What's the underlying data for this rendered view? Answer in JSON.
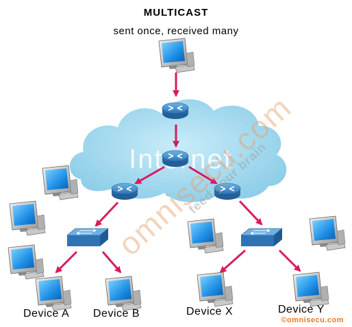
{
  "header": {
    "title": "MULTICAST",
    "subtitle": "sent once, received many"
  },
  "cloud": {
    "label": "Internet"
  },
  "devices": {
    "a": "Device A",
    "b": "Device B",
    "x": "Device X",
    "y": "Device Y"
  },
  "watermark": {
    "diagonal_brand": "omnisecu.com",
    "diagonal_tagline": "feed your brain",
    "copyright": "©omnisecu.com"
  },
  "colors": {
    "arrow": "#d81b60",
    "cloud": "#a9dbef",
    "router": "#3b8fc9",
    "switch": "#3f85c4",
    "screen": "#1e90ff",
    "watermark": "#e8782a"
  },
  "icons": [
    "computer-icon",
    "router-icon",
    "switch-icon",
    "cloud-shape"
  ]
}
